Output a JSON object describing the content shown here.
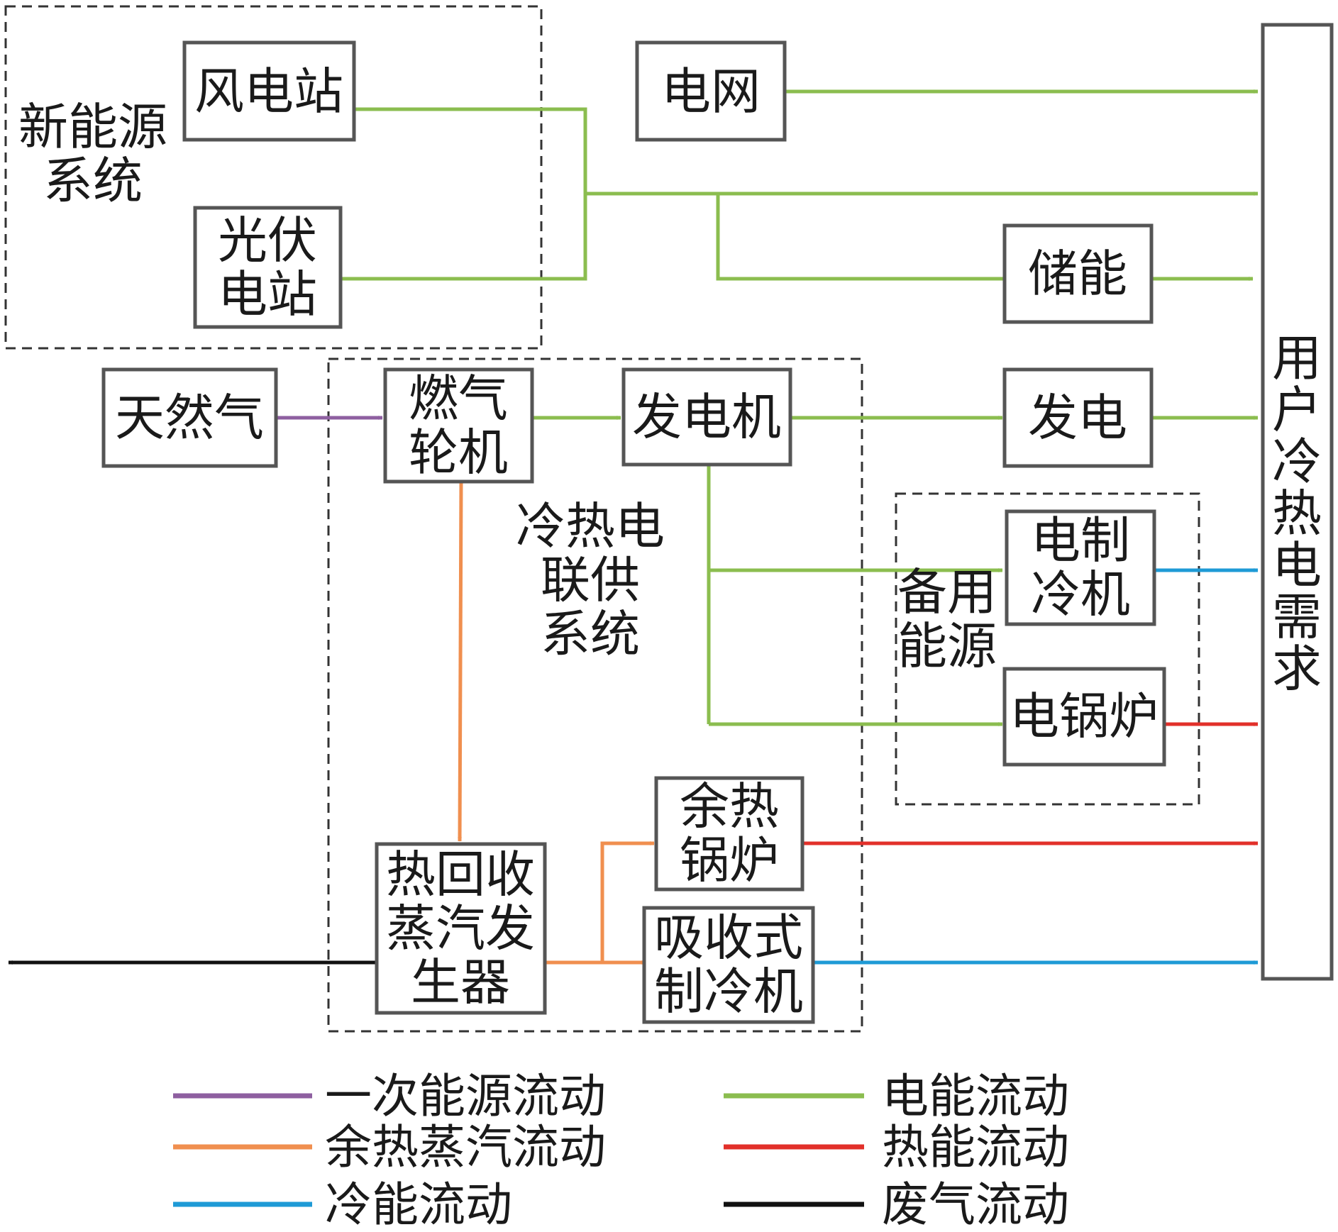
{
  "colors": {
    "primary": "#8e5fa0",
    "electric": "#8bbd4f",
    "steam": "#f08f4f",
    "cold": "#1e9ad6",
    "heat": "#e2302a",
    "exhaust": "#111111"
  },
  "groups": {
    "new_energy": "新能源\n系统",
    "cchp": "冷热电\n联供\n系统",
    "backup": "备用\n能源"
  },
  "nodes": {
    "wind": "风电站",
    "pv": "光伏\n电站",
    "grid": "电网",
    "storage": "储能",
    "gas": "天然气",
    "turbine": "燃气\n轮机",
    "generator": "发电机",
    "power": "发电",
    "elec_chiller": "电制\n冷机",
    "elec_boiler": "电锅炉",
    "waste_boiler": "余热\n锅炉",
    "hrsg": "热回收\n蒸汽发\n生器",
    "abs_chiller": "吸收式\n制冷机",
    "demand": "用\n户\n冷\n热\n电\n需\n求"
  },
  "legend": {
    "primary": "一次能源流动",
    "electric": "电能流动",
    "steam": "余热蒸汽流动",
    "heat": "热能流动",
    "cold": "冷能流动",
    "exhaust": "废气流动"
  }
}
